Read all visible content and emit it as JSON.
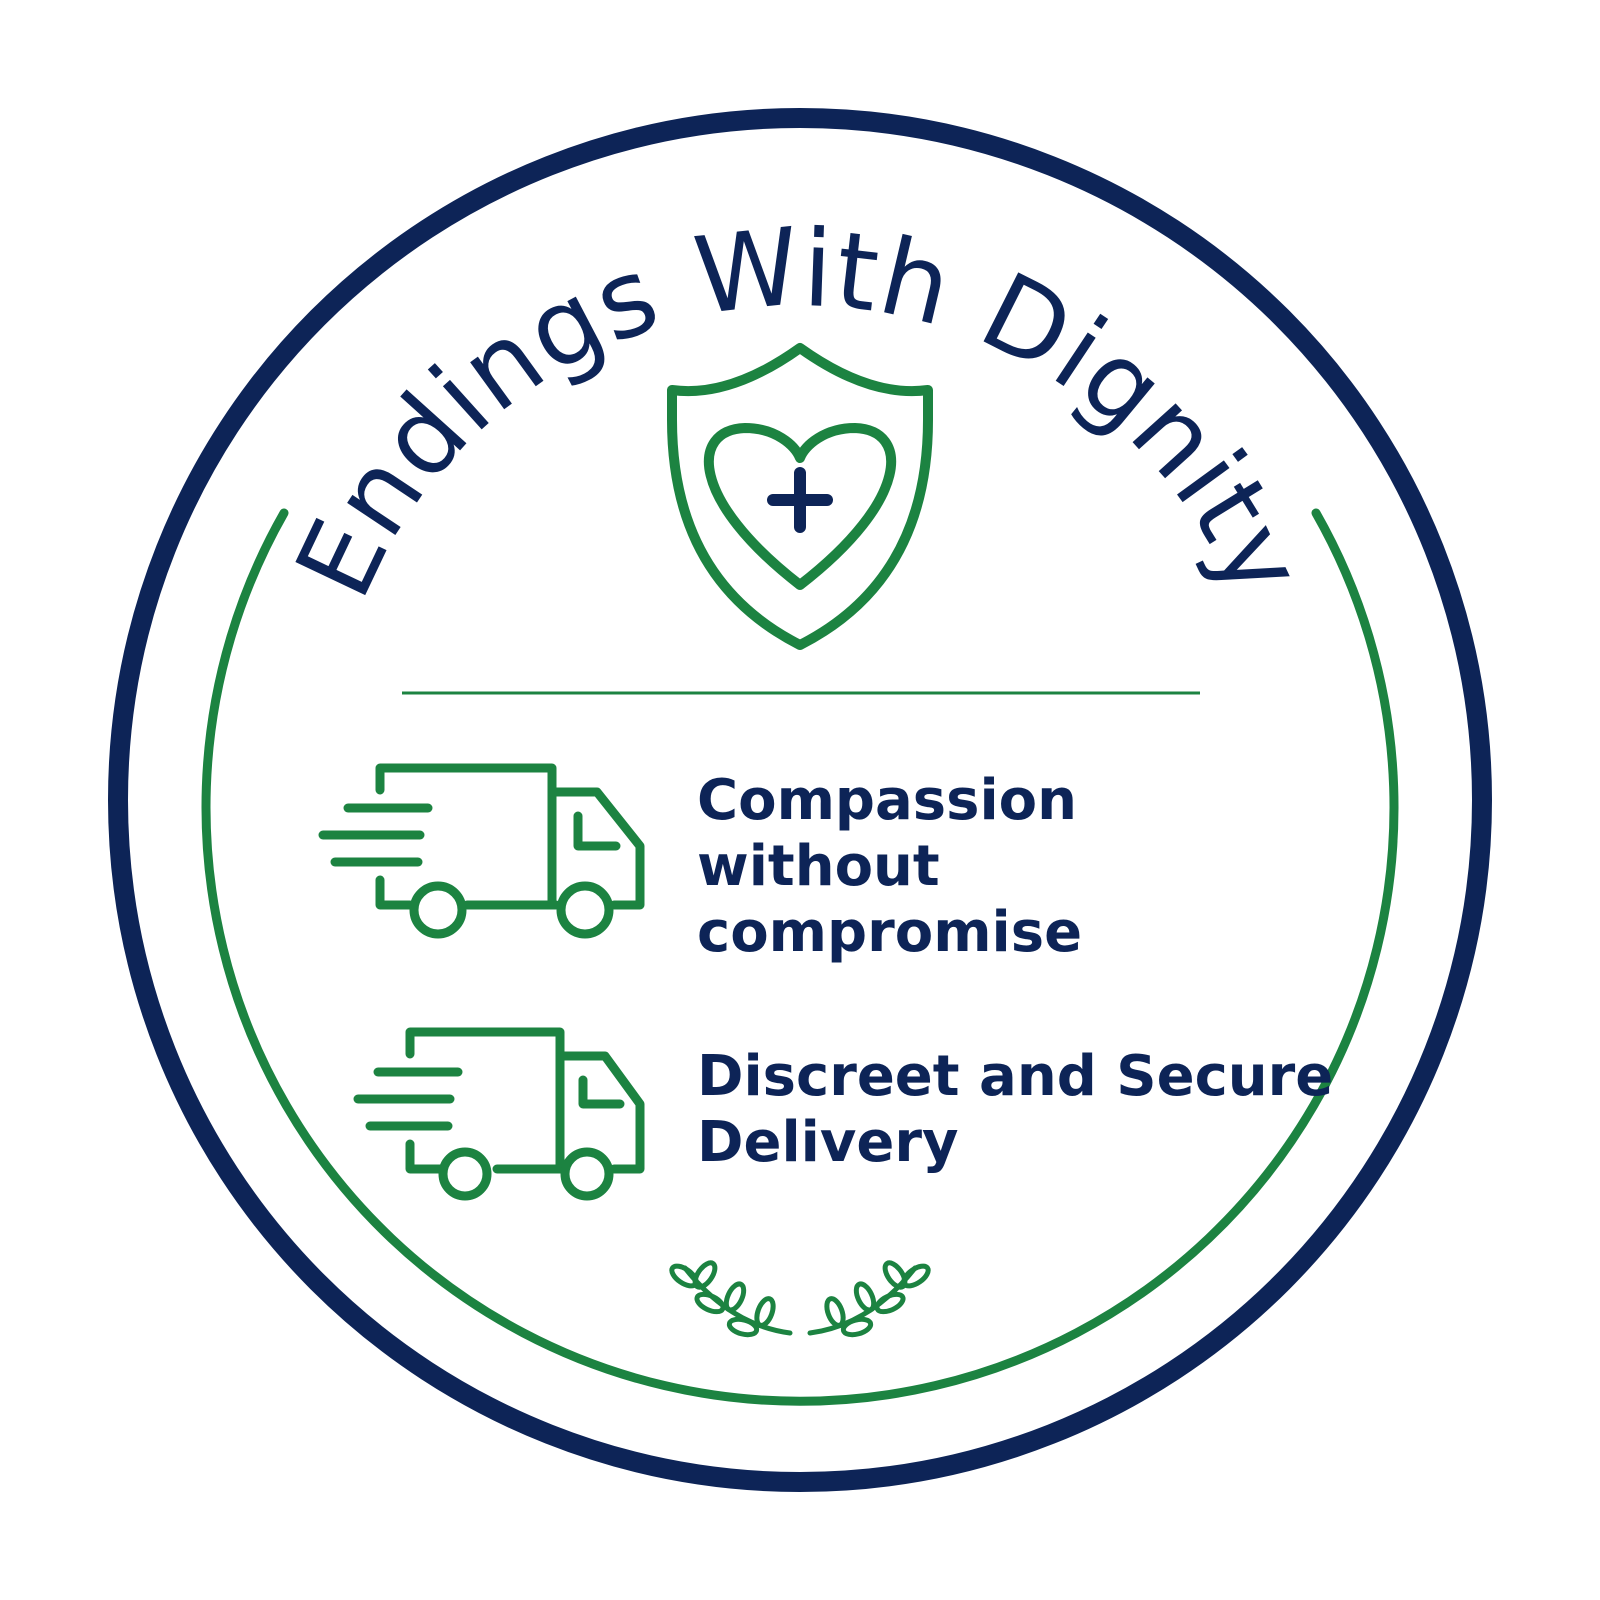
{
  "badge": {
    "title": "Endings With Dignity",
    "colors": {
      "navy": "#0d2457",
      "green": "#1c8341",
      "background": "#ffffff"
    },
    "emblem_icon": "shield-heart-cross-icon",
    "features": [
      {
        "icon": "delivery-truck-icon",
        "text": "Compassion\nwithout\ncompromise"
      },
      {
        "icon": "delivery-truck-icon",
        "text": "Discreet and Secure\nDelivery"
      }
    ],
    "footer_icon": "laurel-branches-icon"
  }
}
